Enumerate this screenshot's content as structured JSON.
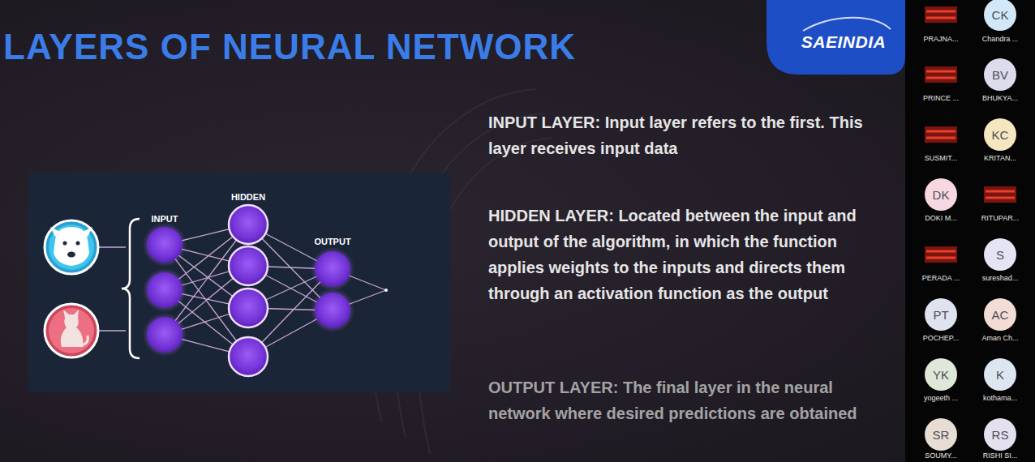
{
  "diagram": {
    "title": "LAYERS OF NEURAL NETWORK",
    "labels": [
      "INPUT",
      "HIDDEN",
      "OUTPUT",
      "INPUT LAYER: Input layer refers to the first. This layer receives input data",
      "HIDDEN LAYER: Located between the input and output of the algorithm, in which the function applies weights to the inputs and directs them through an activation function as the output",
      "OUTPUT LAYER: The final layer in the neural network where desired predictions are obtained",
      "SAEINDIA",
      "PRAJNA...",
      "CK",
      "Chandra ...",
      "PRINCE ...",
      "BV",
      "BHUKYA...",
      "SUSMIT...",
      "KC",
      "KRITAN...",
      "DK",
      "DOKI M...",
      "RITUPAR...",
      "PERADA ...",
      "S",
      "sureshad...",
      "PT",
      "POCHEP...",
      "AC",
      "Aman Ch...",
      "YK",
      "yogeeth ...",
      "K",
      "kothama...",
      "SR",
      "SOUMY...",
      "RS",
      "RISHI SI..."
    ]
  }
}
